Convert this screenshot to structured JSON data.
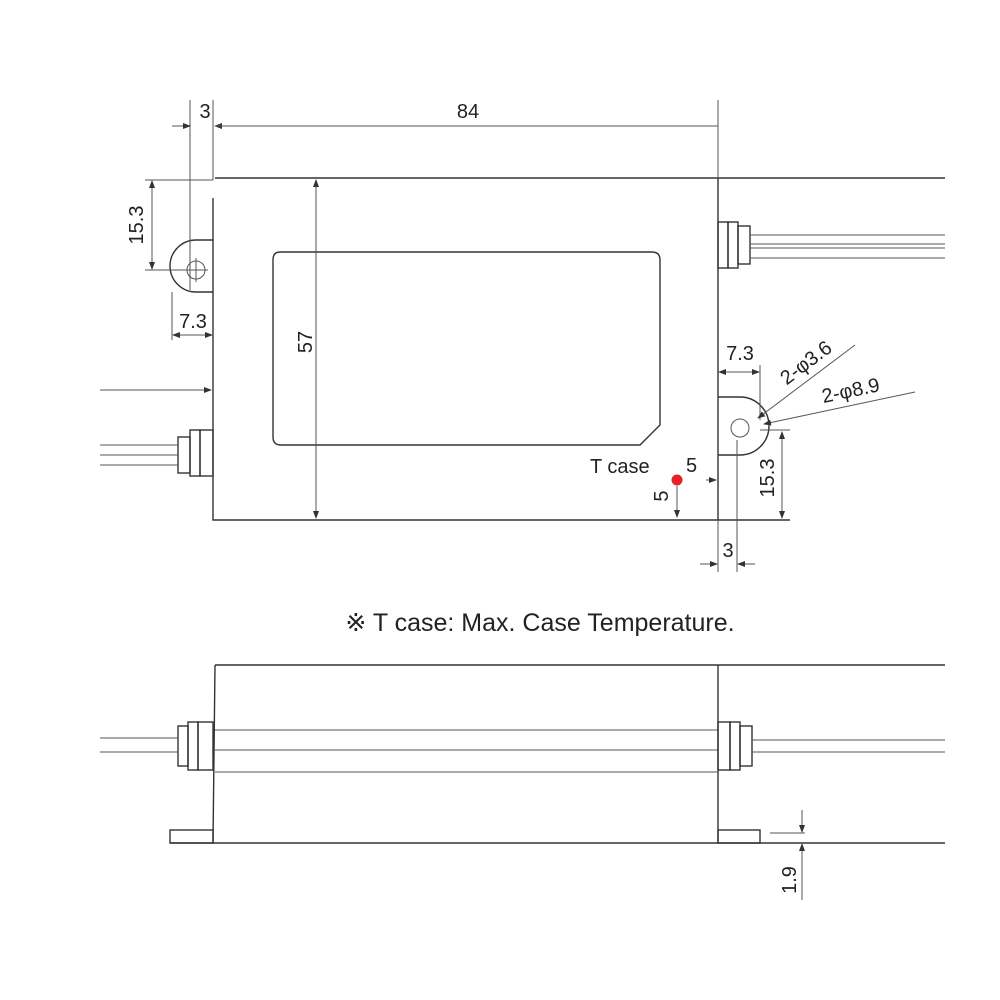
{
  "top_view": {
    "dim_tab_width": "3",
    "dim_length": "84",
    "dim_hole_y_left": "15.3",
    "dim_hole_x_left": "7.3",
    "dim_width": "57",
    "dim_hole_x_right": "7.3",
    "dim_hole_diameter": "2-φ3.6",
    "dim_tab_diameter": "2-φ8.9",
    "dim_hole_y_right": "15.3",
    "dim_tab_width_right": "3",
    "tcase_label": "T case",
    "tcase_offset_x": "5",
    "tcase_offset_y": "5",
    "tcase_color": "#e8202a"
  },
  "note": "※ T case: Max. Case Temperature.",
  "side_view": {
    "dim_tab_thickness": "1.9"
  }
}
